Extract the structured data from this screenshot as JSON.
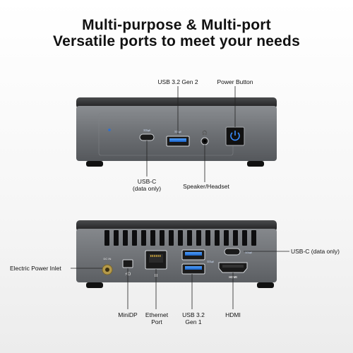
{
  "headline": {
    "line1": "Multi-purpose & Multi-port",
    "line2": "Versatile ports to meet your needs"
  },
  "front": {
    "label_usb32_gen2": "USB 3.2 Gen 2",
    "label_power_button": "Power Button",
    "label_usbc_1": "USB-C",
    "label_usbc_2": "(data only)",
    "label_speaker": "Speaker/Headset"
  },
  "back": {
    "label_power_inlet": "Electric Power Inlet",
    "label_usbc_data": "USB-C (data only)",
    "label_minidp": "MiniDP",
    "label_ethernet_1": "Ethernet",
    "label_ethernet_2": "Port",
    "label_usb32_gen1_1": "USB 3.2",
    "label_usb32_gen1_2": "Gen 1",
    "label_hdmi": "HDMI",
    "hdmi_logo_text": "HDMI",
    "inlet_text": "DC IN"
  },
  "colors": {
    "case_gray": "#6f7276",
    "case_dark": "#2b2c2e",
    "usb_blue": "#1e73d6",
    "power_led": "#2a6fd6"
  },
  "icons": [
    "usb-ss-icon",
    "headphone-icon",
    "power-icon",
    "thunderbolt-icon",
    "network-icon",
    "hdmi-icon"
  ]
}
